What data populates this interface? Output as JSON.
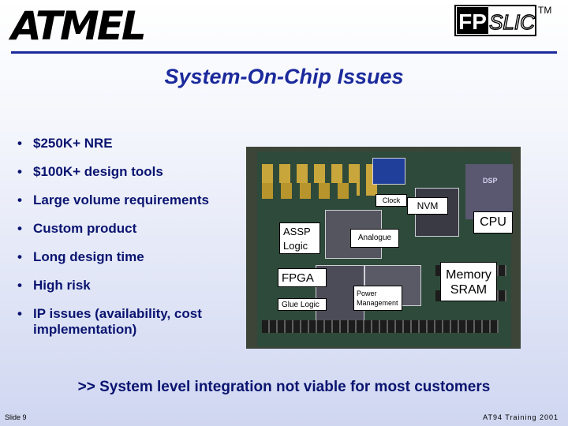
{
  "header": {
    "logo_left": "ATMEL",
    "logo_right": "FPSLIC",
    "trademark": "TM"
  },
  "title": "System-On-Chip Issues",
  "bullets": [
    "$250K+ NRE",
    "$100K+ design tools",
    "Large volume requirements",
    "Custom product",
    "Long design time",
    "High risk",
    "IP issues (availability, cost\nimplementation)"
  ],
  "photo_labels": {
    "clock": "Clock",
    "nvm": "NVM",
    "cpu": "CPU",
    "assp": "ASSP\nLogic",
    "analogue": "Analogue",
    "fpga": "FPGA",
    "glue": "Glue Logic",
    "power": "Power\nManagement",
    "memory": "Memory\nSRAM",
    "dsp": "DSP"
  },
  "conclusion": ">> System level integration not viable for most customers",
  "footer": {
    "slide": "Slide 9",
    "training": "AT94 Training 2001"
  },
  "colors": {
    "accent": "#1b2a9c",
    "bullet_text": "#0a1470"
  }
}
